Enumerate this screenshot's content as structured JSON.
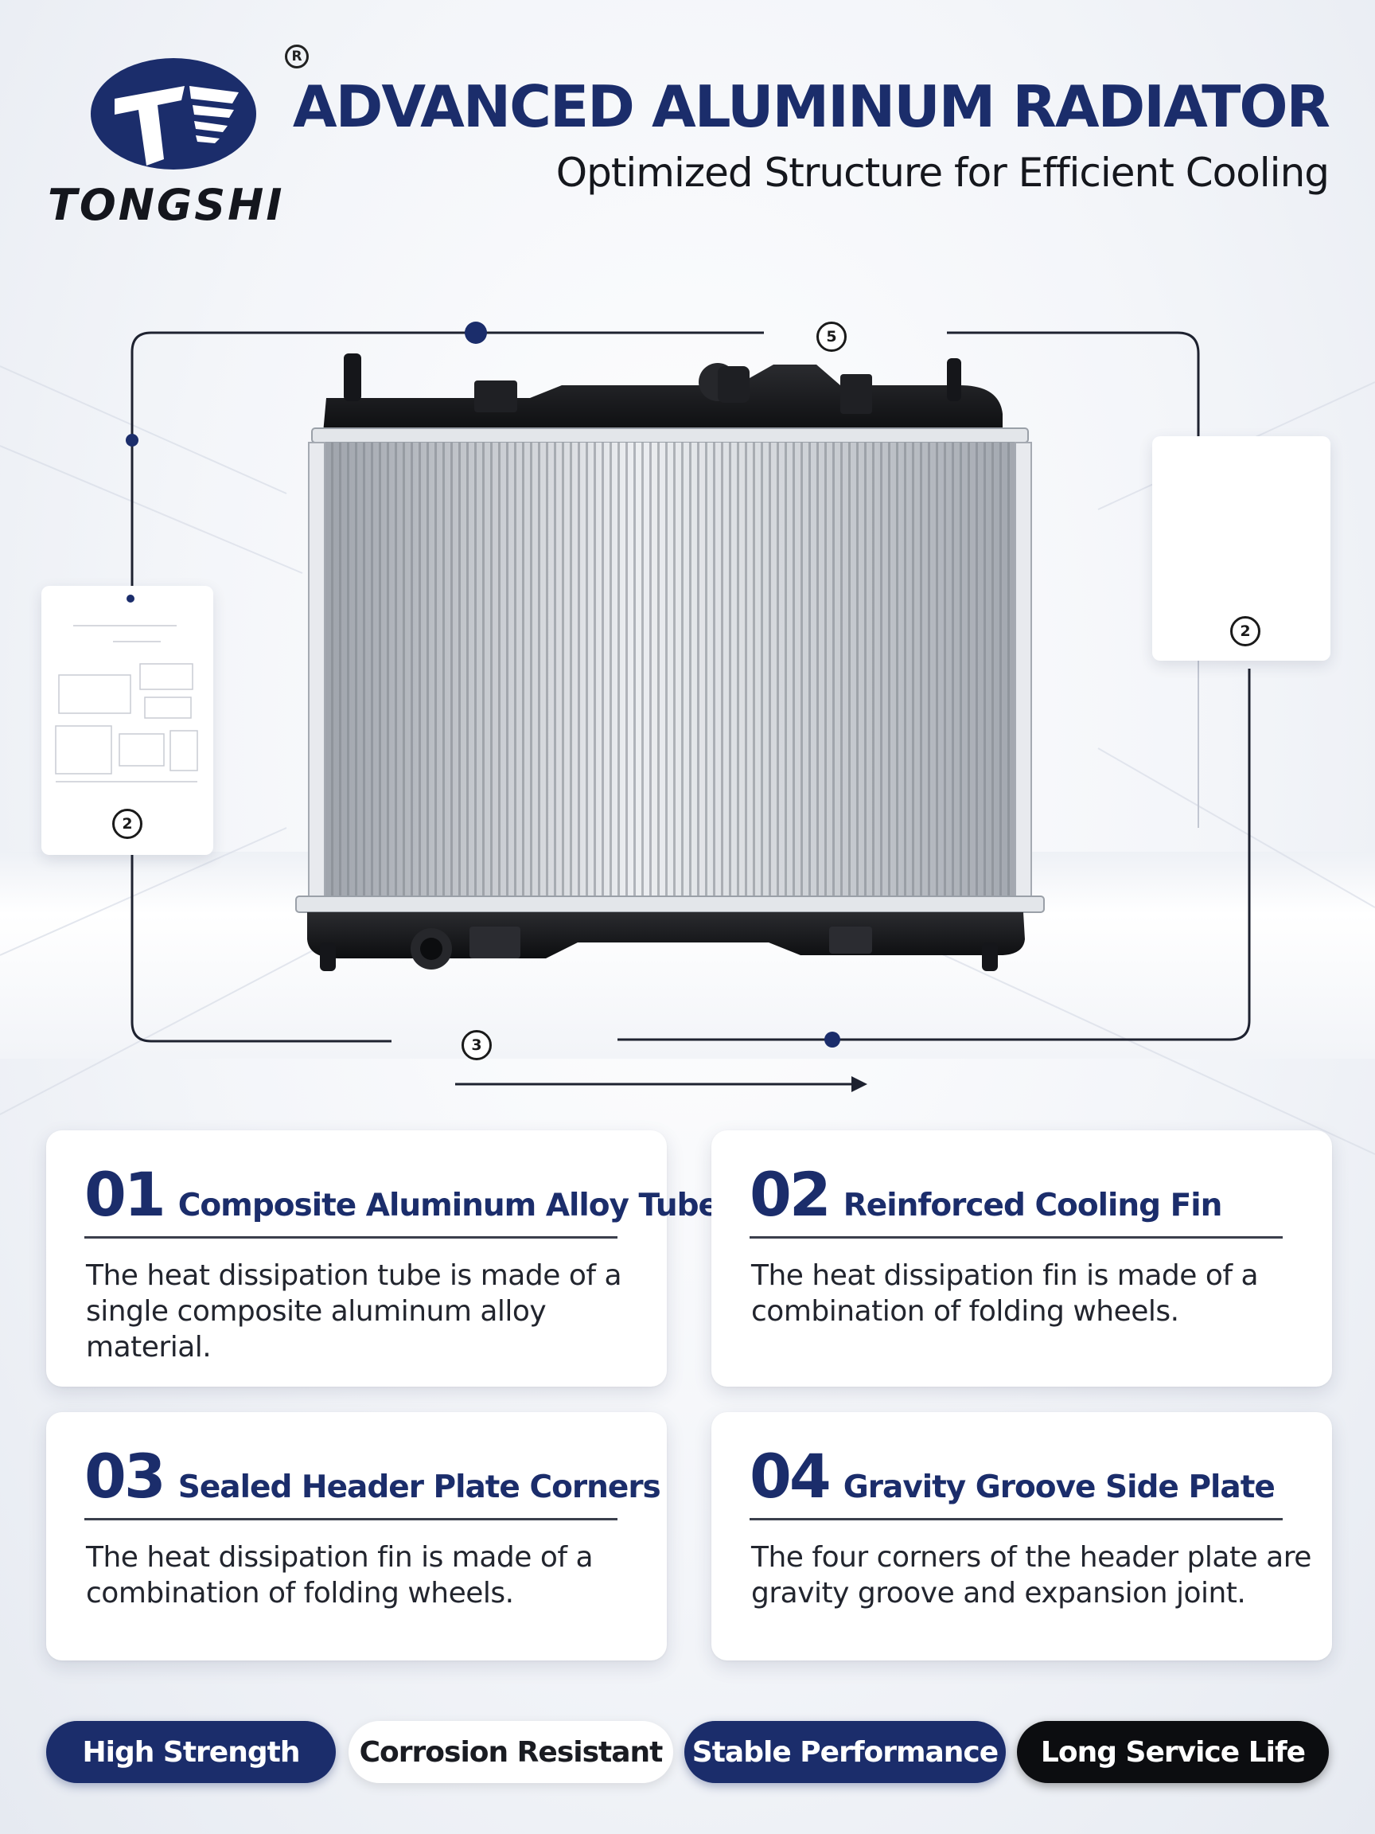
{
  "brand": {
    "name": "TONGSHI",
    "registered_mark": "R",
    "logo_color": "#1b2d6b"
  },
  "header": {
    "title": "ADVANCED ALUMINUM RADIATOR",
    "subtitle": "Optimized Structure for Efficient Cooling"
  },
  "diagram": {
    "markers": {
      "top": "5",
      "left": "2",
      "right": "2",
      "bottom": "3"
    }
  },
  "features": [
    {
      "number": "01",
      "title": "Composite Aluminum Alloy Tube",
      "description": "The heat dissipation tube is made of a single composite aluminum alloy material."
    },
    {
      "number": "02",
      "title": "Reinforced Cooling Fin",
      "description": "The heat dissipation fin is made of a combination of folding wheels."
    },
    {
      "number": "03",
      "title": "Sealed Header Plate Corners",
      "description": "The heat dissipation fin is made of a combination of folding wheels."
    },
    {
      "number": "04",
      "title": "Gravity Groove Side Plate",
      "description": "The four corners of the header plate are gravity groove and expansion joint."
    }
  ],
  "badges": [
    {
      "label": "High Strength",
      "style": "blue"
    },
    {
      "label": "Corrosion Resistant",
      "style": "white"
    },
    {
      "label": "Stable Performance",
      "style": "blue"
    },
    {
      "label": "Long Service Life",
      "style": "black"
    }
  ],
  "colors": {
    "navy": "#1b2d6b",
    "dark": "#0c0d10",
    "card": "#ffffff"
  }
}
